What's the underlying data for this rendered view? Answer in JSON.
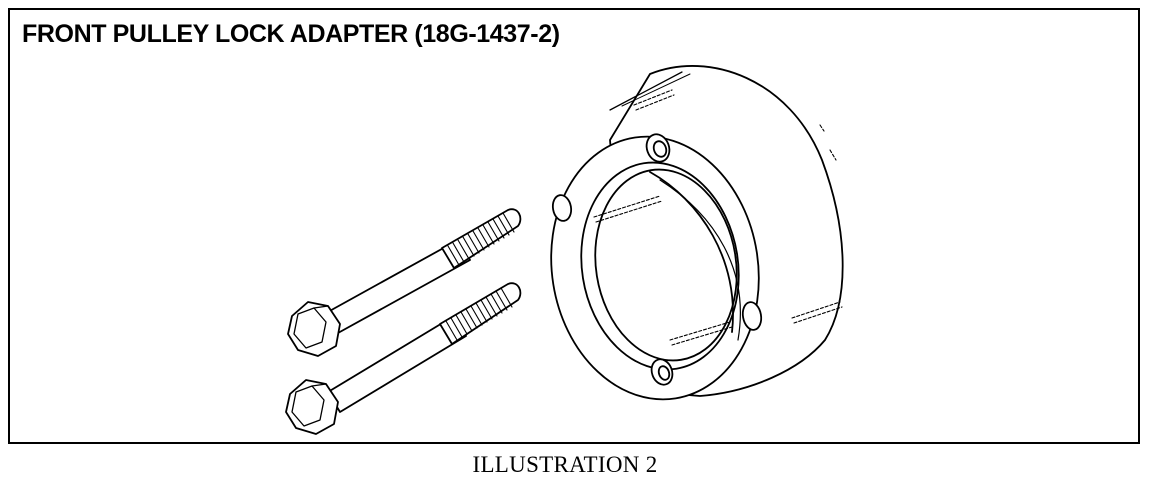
{
  "figure": {
    "title": "FRONT PULLEY LOCK ADAPTER (18G-1437-2)",
    "caption": "ILLUSTRATION 2"
  },
  "parts": [
    {
      "name": "lock-adapter-ring",
      "icon": "ring-icon",
      "count": 1
    },
    {
      "name": "hex-bolt",
      "icon": "hex-bolt-icon",
      "count": 2
    }
  ],
  "colors": {
    "line": "#000000",
    "background": "#ffffff"
  }
}
